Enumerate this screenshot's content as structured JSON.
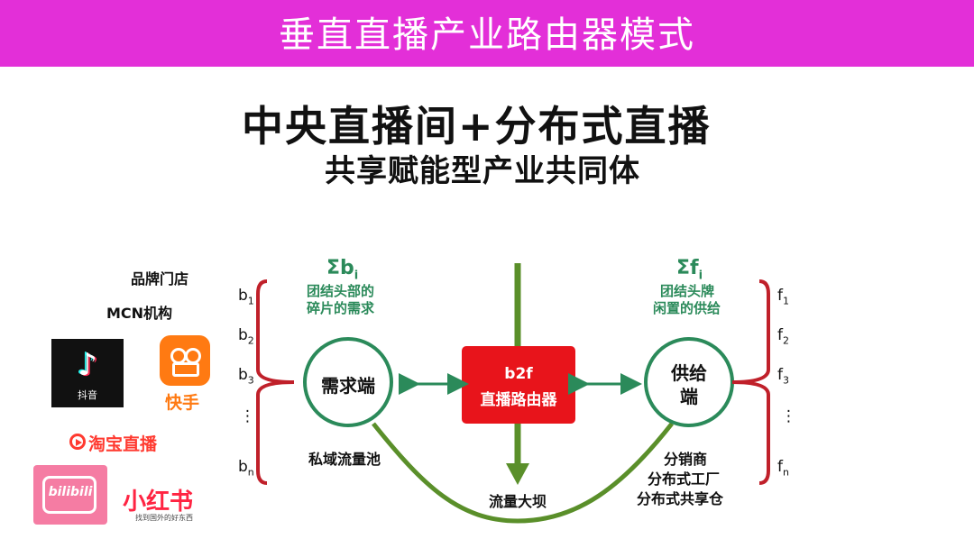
{
  "banner": {
    "title": "垂直直播产业路由器模式"
  },
  "headline": {
    "line1": "中央直播间+分布式直播",
    "line2": "共享赋能型产业共同体"
  },
  "left_labels": {
    "brand_store": "品牌门店",
    "mcn": "MCN机构"
  },
  "logos": {
    "douyin": "抖音",
    "kuaishou": "快手",
    "taobao": "淘宝直播",
    "bilibili": "bilibili",
    "xiaohongshu": "小红书",
    "xiaohongshu_slogan": "找到国外的好东西"
  },
  "demand": {
    "sum_label": "Σb",
    "sum_sub": "i",
    "desc_line1": "团结头部的",
    "desc_line2": "碎片的需求",
    "node": "需求端",
    "pool": "私域流量池",
    "items": [
      "b",
      "b",
      "b",
      "⋮",
      "b"
    ],
    "subs": [
      "1",
      "2",
      "3",
      "",
      "n"
    ]
  },
  "router": {
    "line1": "b2f",
    "line2": "直播路由器"
  },
  "supply": {
    "sum_label": "Σf",
    "sum_sub": "i",
    "desc_line1": "团结头牌",
    "desc_line2": "闲置的供给",
    "node_line1": "供给",
    "node_line2": "端",
    "roles": [
      "分销商",
      "分布式工厂",
      "分布式共享仓"
    ],
    "items": [
      "f",
      "f",
      "f",
      "⋮",
      "f"
    ],
    "subs": [
      "1",
      "2",
      "3",
      "",
      "n"
    ]
  },
  "dam": "流量大坝",
  "colors": {
    "banner": "#e32fd8",
    "green": "#2b8a5a",
    "curve": "#5a8f2a",
    "router": "#e8141b",
    "bracket": "#c0202a"
  }
}
